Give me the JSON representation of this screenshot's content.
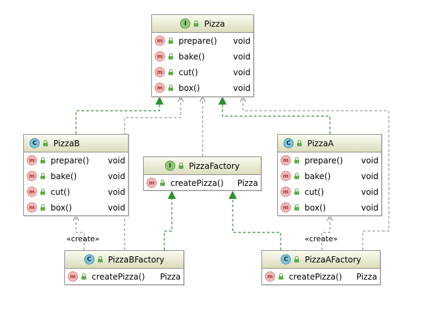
{
  "classes": {
    "pizza": {
      "kind": "I",
      "name": "Pizza",
      "methods": [
        {
          "name": "prepare()",
          "type": "void"
        },
        {
          "name": "bake()",
          "type": "void"
        },
        {
          "name": "cut()",
          "type": "void"
        },
        {
          "name": "box()",
          "type": "void"
        }
      ]
    },
    "pizzab": {
      "kind": "C",
      "name": "PizzaB",
      "methods": [
        {
          "name": "prepare()",
          "type": "void"
        },
        {
          "name": "bake()",
          "type": "void"
        },
        {
          "name": "cut()",
          "type": "void"
        },
        {
          "name": "box()",
          "type": "void"
        }
      ]
    },
    "pizzaa": {
      "kind": "C",
      "name": "PizzaA",
      "methods": [
        {
          "name": "prepare()",
          "type": "void"
        },
        {
          "name": "bake()",
          "type": "void"
        },
        {
          "name": "cut()",
          "type": "void"
        },
        {
          "name": "box()",
          "type": "void"
        }
      ]
    },
    "pizzafactory": {
      "kind": "I",
      "name": "PizzaFactory",
      "methods": [
        {
          "name": "createPizza()",
          "type": "Pizza"
        }
      ]
    },
    "pizzabfactory": {
      "kind": "C",
      "name": "PizzaBFactory",
      "methods": [
        {
          "name": "createPizza()",
          "type": "Pizza"
        }
      ]
    },
    "pizzaafactory": {
      "kind": "C",
      "name": "PizzaAFactory",
      "methods": [
        {
          "name": "createPizza()",
          "type": "Pizza"
        }
      ]
    }
  },
  "method_badge": "m",
  "labels": {
    "create_left": "«create»",
    "create_right": "«create»"
  },
  "colors": {
    "implements": "#2f8f2f",
    "dependency": "#808080"
  }
}
